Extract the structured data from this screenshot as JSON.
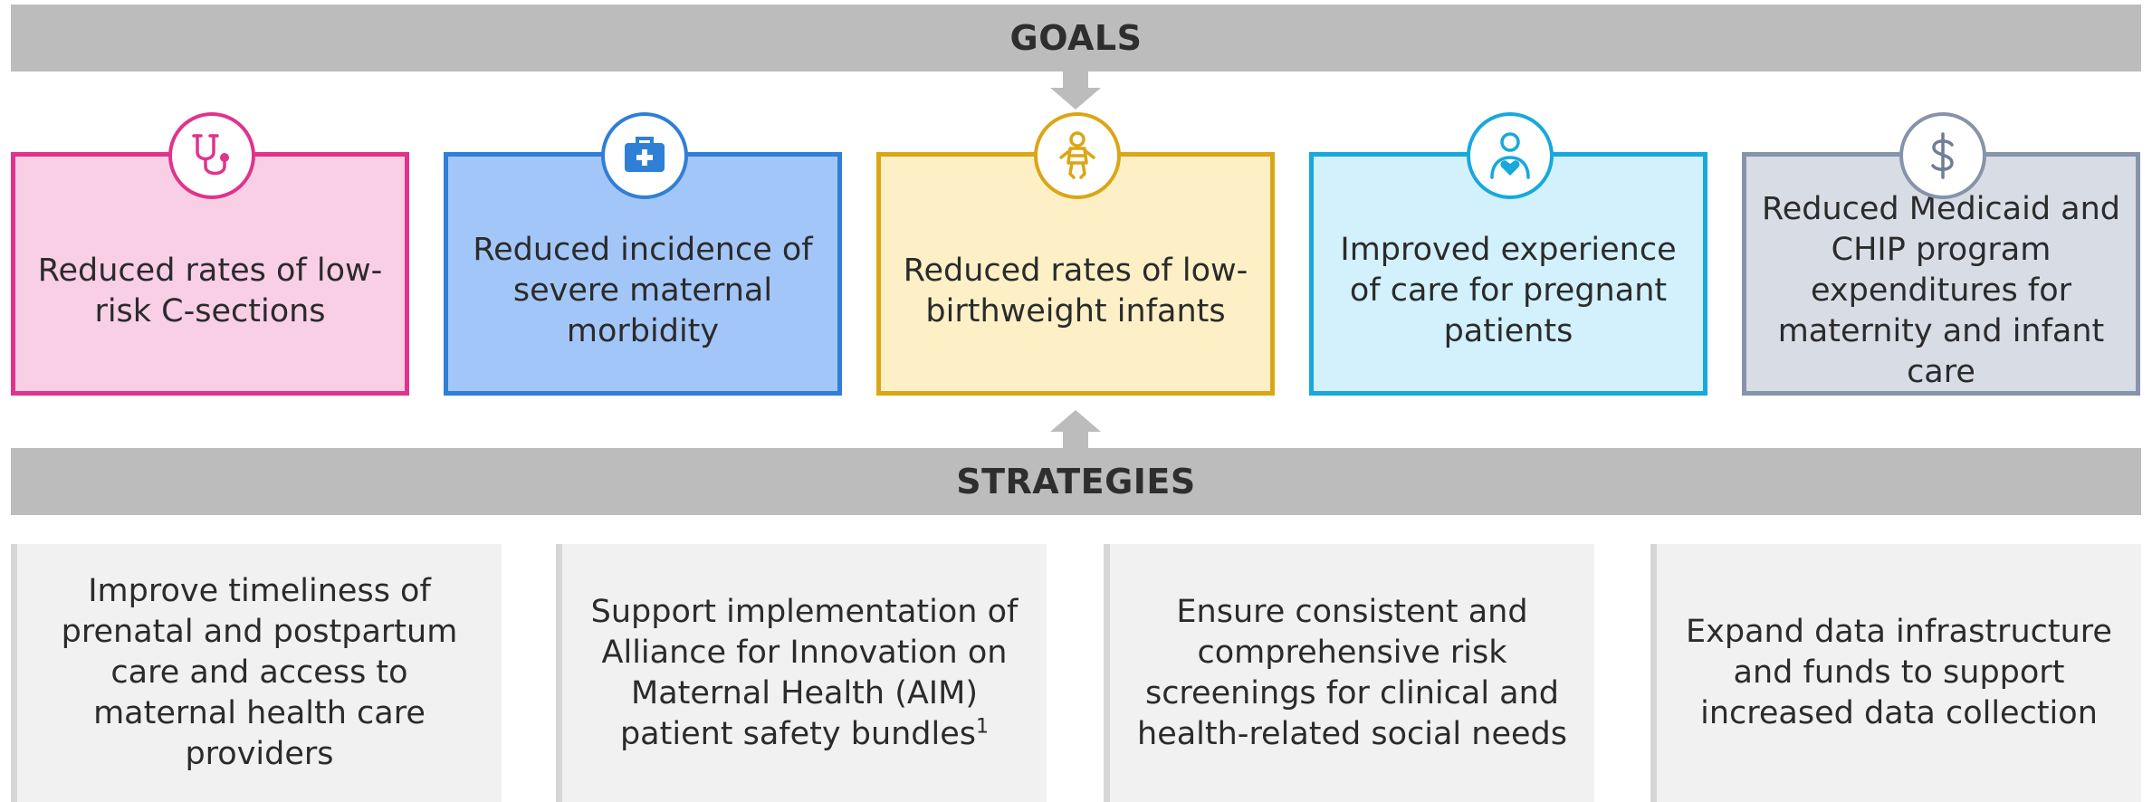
{
  "goals_title": "GOALS",
  "strategies_title": "STRATEGIES",
  "goals": [
    {
      "label": "Reduced rates of low-risk C-sections",
      "icon": "stethoscope-icon",
      "border_color": "#e0338c",
      "fill_color": "#f9cfe6"
    },
    {
      "label": "Reduced incidence of severe maternal morbidity",
      "icon": "medical-kit-icon",
      "border_color": "#2f7fd6",
      "fill_color": "#a3c6f8"
    },
    {
      "label": "Reduced rates of low-birthweight infants",
      "icon": "baby-icon",
      "border_color": "#dba615",
      "fill_color": "#fdf0c7"
    },
    {
      "label": "Improved experience of care for pregnant patients",
      "icon": "person-heart-icon",
      "border_color": "#17a8dd",
      "fill_color": "#d2f1fc"
    },
    {
      "label": "Reduced Medicaid and CHIP program expenditures for maternity and infant care",
      "icon": "dollar-icon",
      "border_color": "#8693aa",
      "fill_color": "#d8dce5"
    }
  ],
  "strategies": [
    {
      "label": "Improve timeliness of prenatal and postpartum care and access to maternal health care providers",
      "footnote": ""
    },
    {
      "label": "Support implementation of Alliance for Innovation on Maternal Health (AIM) patient safety bundles",
      "footnote": "1"
    },
    {
      "label": "Ensure consistent and comprehensive risk screenings for clinical and health-related social needs",
      "footnote": ""
    },
    {
      "label": "Expand data infrastructure and funds to support increased data collection",
      "footnote": ""
    }
  ],
  "colors": {
    "banner": "#bcbcbc",
    "arrow": "#bcbcbc",
    "strategy_fill": "#f1f1f1",
    "strategy_edge": "#d6d6d6"
  }
}
